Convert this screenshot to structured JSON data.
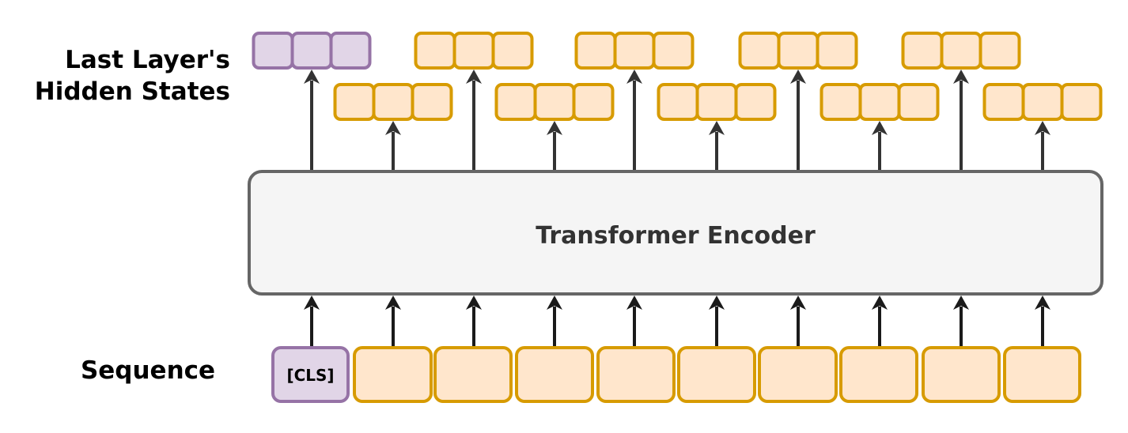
{
  "labels": {
    "hidden_states_line1": "Last Layer's",
    "hidden_states_line2": "Hidden States",
    "sequence": "Sequence"
  },
  "encoder": {
    "title": "Transformer Encoder"
  },
  "tokens": {
    "cls_label": "[CLS]",
    "count": 10
  },
  "colors": {
    "cls_fill": "#e1d5e7",
    "cls_stroke": "#9673a6",
    "token_fill": "#ffe6cc",
    "token_stroke": "#d79b00",
    "encoder_fill": "#f5f5f5",
    "encoder_stroke": "#666666",
    "arrow": "#333333"
  }
}
